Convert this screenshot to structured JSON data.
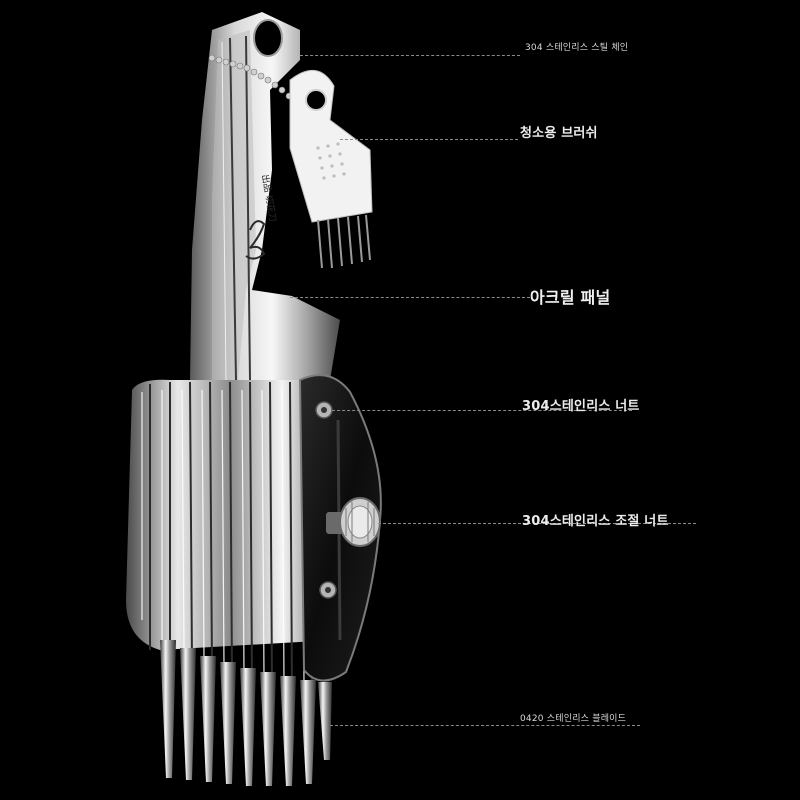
{
  "callouts": [
    {
      "id": "chain",
      "text": "304 스테인리스 스틸 체인"
    },
    {
      "id": "brush",
      "text": "청소용 브러쉬"
    },
    {
      "id": "panel",
      "text": "아크릴 패널"
    },
    {
      "id": "nut",
      "text": "304스테인리스 너트"
    },
    {
      "id": "adjust_nut",
      "text": "304스테인리스 조절 너트"
    },
    {
      "id": "blade",
      "text": "0420 스테인리스 블레이드"
    }
  ],
  "handle_mark": "出品 切花刀",
  "colors": {
    "background": "#000000",
    "steel": "#c9c9c9",
    "panel": "#101010",
    "brush": "#f2f2f2",
    "callout_line": "#8a8a8a"
  }
}
